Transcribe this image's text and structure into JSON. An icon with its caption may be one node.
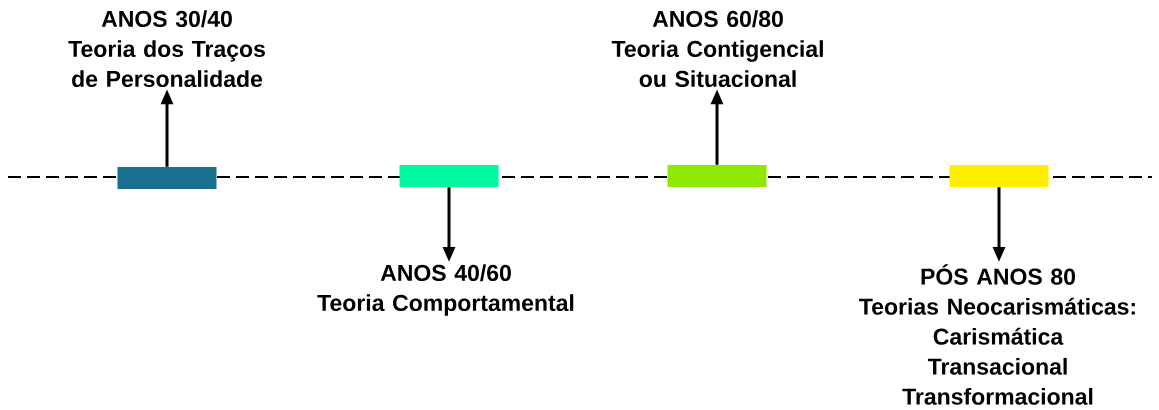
{
  "diagram": {
    "nodes": [
      {
        "text": [
          "ANOS 30/40",
          "Teoria dos Traços de Personalidade"
        ]
      },
      {
        "text": [
          "ANOS 60/80",
          "Teoria Contigencial ou Situacional"
        ]
      },
      {
        "text": [],
        "shape": "bar"
      },
      {
        "text": [],
        "shape": "bar"
      },
      {
        "text": [],
        "shape": "bar"
      },
      {
        "text": [],
        "shape": "bar"
      },
      {
        "text": [
          "ANOS 40/60",
          "Teoria Comportamental"
        ]
      },
      {
        "text": [
          "PÓS ANOS 80",
          "Teorias Neocarismáticas:",
          "Carismática",
          "Transacional",
          "Transformacional"
        ]
      }
    ],
    "edges": [
      {
        "from": 2,
        "to": 0,
        "arrow": "to"
      },
      {
        "from": 3,
        "to": 6,
        "arrow": "to"
      },
      {
        "from": 4,
        "to": 1,
        "arrow": "to"
      },
      {
        "from": 5,
        "to": 7,
        "arrow": "to"
      }
    ]
  }
}
